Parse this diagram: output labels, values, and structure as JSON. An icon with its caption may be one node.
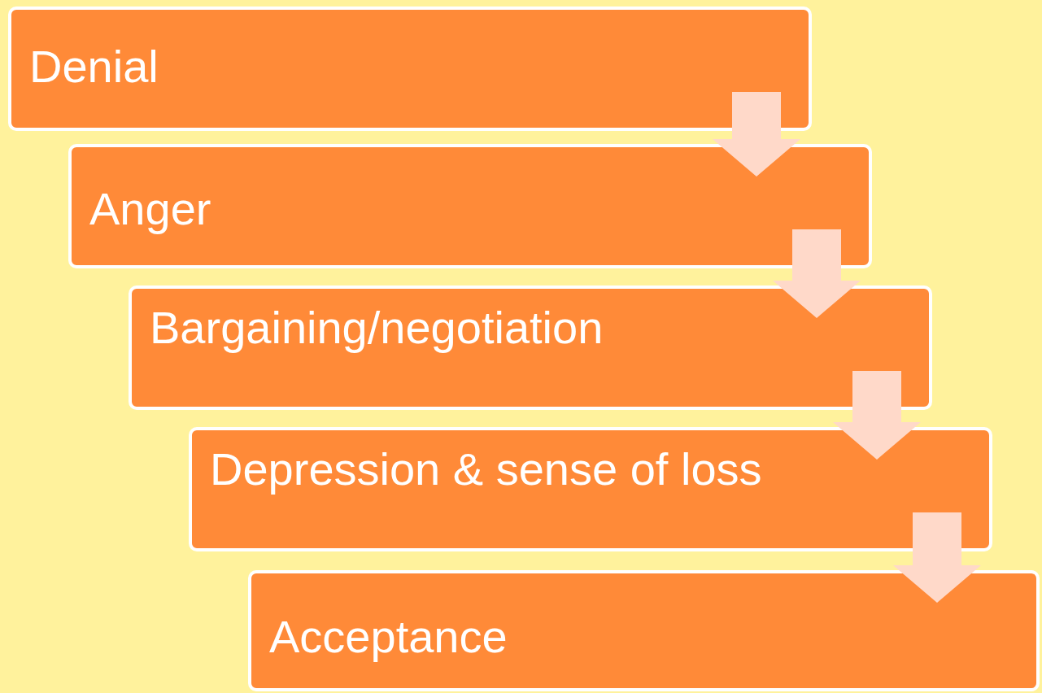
{
  "diagram": {
    "nodes": [
      {
        "text": [
          "Denial"
        ]
      },
      {
        "text": [
          "Anger"
        ]
      },
      {
        "text": [
          "Bargaining/negotiation"
        ]
      },
      {
        "text": [
          "Depression & sense of loss"
        ]
      },
      {
        "text": [
          "Acceptance"
        ]
      }
    ],
    "edges": [
      {
        "from": 0,
        "to": 1,
        "arrow": "to"
      },
      {
        "from": 1,
        "to": 2,
        "arrow": "to"
      },
      {
        "from": 2,
        "to": 3,
        "arrow": "to"
      },
      {
        "from": 3,
        "to": 4,
        "arrow": "to"
      }
    ]
  }
}
